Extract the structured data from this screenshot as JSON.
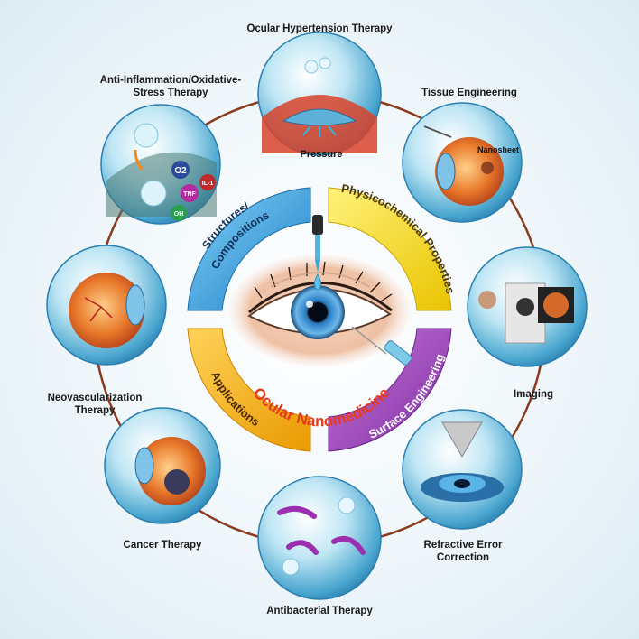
{
  "center_title": "Ocular Nanomedicine",
  "ring_segments": [
    {
      "id": "structures",
      "lines": [
        "Structures/",
        "Compositions"
      ],
      "color": "#2a8fd6"
    },
    {
      "id": "physicochemical",
      "lines": [
        "Physicochemical Properties"
      ],
      "color": "#f0d800"
    },
    {
      "id": "surface",
      "lines": [
        "Surface Engineering"
      ],
      "color": "#9b3fb6"
    },
    {
      "id": "applications",
      "lines": [
        "Applications"
      ],
      "color": "#f2b000"
    }
  ],
  "therapies": {
    "ocular_hypertension": {
      "label": "Ocular Hypertension Therapy",
      "inner_label": "Pressure"
    },
    "tissue_engineering": {
      "label": "Tissue Engineering",
      "inner_label": "Nanosheet"
    },
    "imaging": {
      "label": "Imaging"
    },
    "refractive": {
      "label_lines": [
        "Refractive Error",
        "Correction"
      ]
    },
    "antibacterial": {
      "label": "Antibacterial Therapy"
    },
    "cancer": {
      "label": "Cancer Therapy"
    },
    "neovascularization": {
      "label_lines": [
        "Neovascularization",
        "Therapy"
      ]
    },
    "anti_inflammation": {
      "label_lines": [
        "Anti-Inflammation/Oxidative-",
        "Stress Therapy"
      ],
      "inner_labels": [
        "O2",
        "IL-1",
        "TNF",
        "OH"
      ]
    }
  },
  "colors": {
    "orbit_ring": "#8b3a1e",
    "bubble": "#4fb0d6",
    "center_text": "#e8391d"
  }
}
